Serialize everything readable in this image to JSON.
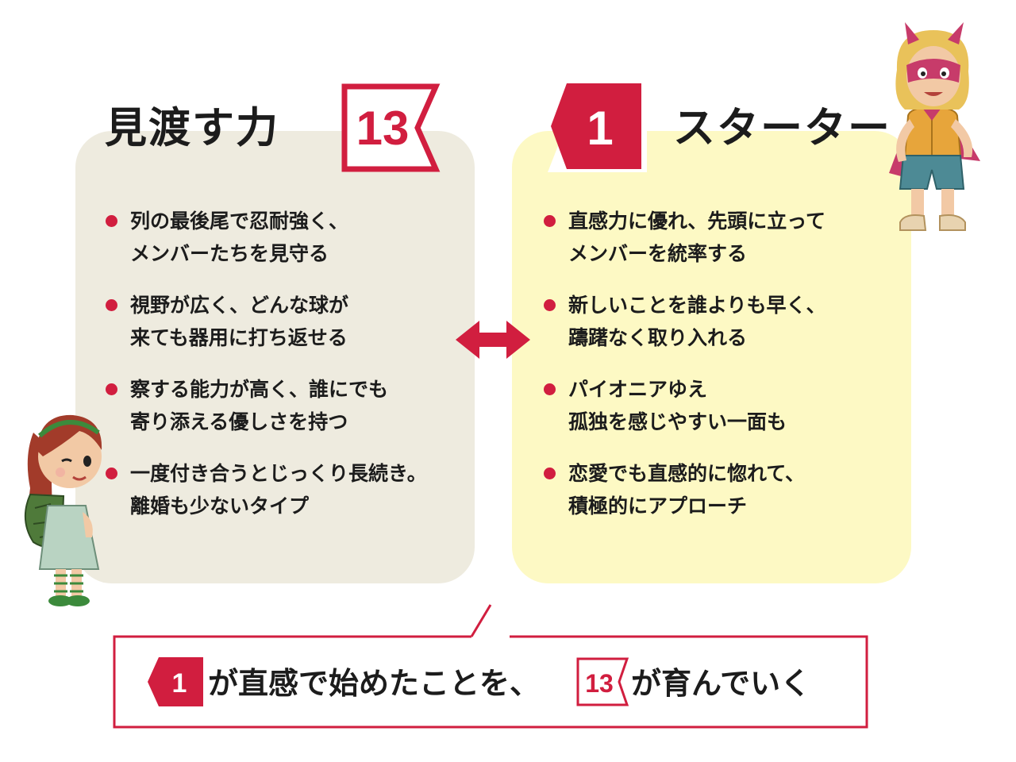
{
  "left": {
    "title": "見渡す力",
    "badge": "13",
    "items": [
      {
        "line1": "列の最後尾で忍耐強く、",
        "line2": "メンバーたちを見守る"
      },
      {
        "line1": "視野が広く、どんな球が",
        "line2": "来ても器用に打ち返せる"
      },
      {
        "line1": "察する能力が高く、誰にでも",
        "line2": "寄り添える優しさを持つ"
      },
      {
        "line1": "一度付き合うとじっくり長続き。",
        "line2": "離婚も少ないタイプ"
      }
    ]
  },
  "right": {
    "title": "スターター",
    "badge": "1",
    "items": [
      {
        "line1": "直感力に優れ、先頭に立って",
        "line2": "メンバーを統率する"
      },
      {
        "line1": "新しいことを誰よりも早く、",
        "line2": "躊躇なく取り入れる"
      },
      {
        "line1": "パイオニアゆえ",
        "line2": "孤独を感じやすい一面も"
      },
      {
        "line1": "恋愛でも直感的に惚れて、",
        "line2": "積極的にアプローチ"
      }
    ]
  },
  "summary": {
    "badge_start": "1",
    "text_1": "が直感で始めたことを、",
    "badge_end": "13",
    "text_2": "が育んでいく"
  },
  "colors": {
    "accent": "#d11e3f",
    "left_panel": "#eeebdf",
    "right_panel": "#fdf9c4",
    "text": "#1c1c1c"
  },
  "icons": {
    "connector": "double-arrow-icon",
    "left_character": "turtle-girl-illustration",
    "right_character": "superhero-girl-illustration"
  }
}
